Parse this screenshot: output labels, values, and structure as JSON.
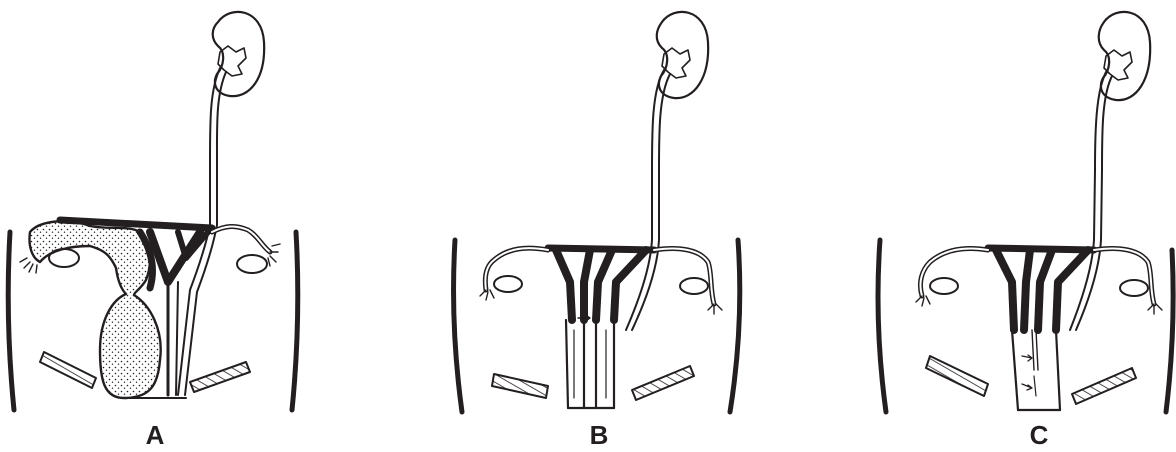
{
  "figure": {
    "ink_color": "#231f20",
    "background": "#ffffff",
    "panels": [
      {
        "label": "A",
        "variant": "obstructed hemivagina with distended (stippled) hemiuterus and hemivagina"
      },
      {
        "label": "B",
        "variant": "uterus didelphys with double vagina, small communication between the vaginal channels"
      },
      {
        "label": "C",
        "variant": "uterus didelphys with partial vaginal septum and communication"
      }
    ]
  }
}
